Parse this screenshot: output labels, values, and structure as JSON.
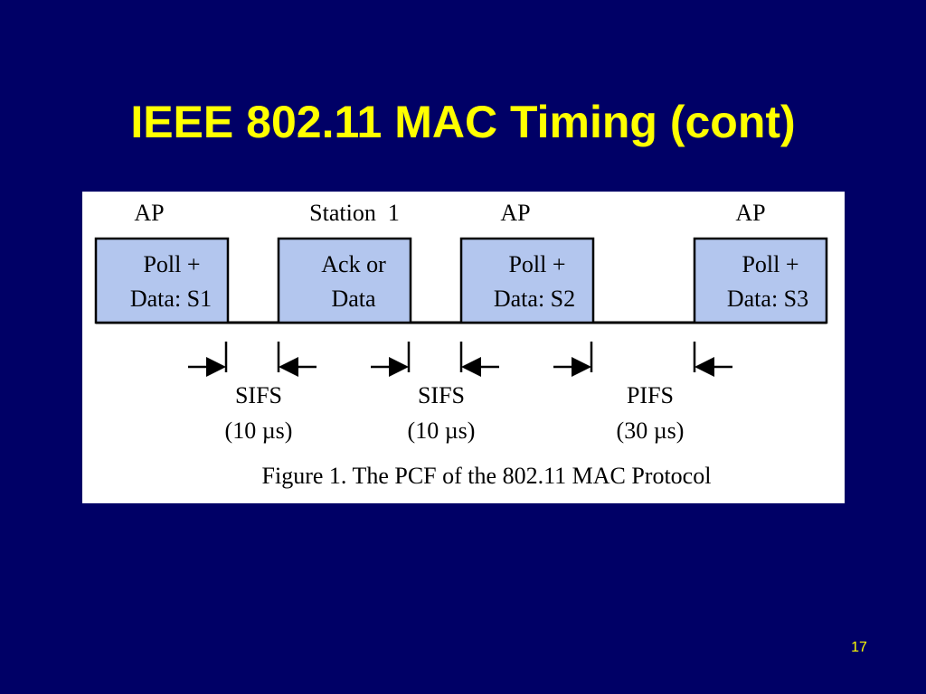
{
  "slide": {
    "title": "IEEE 802.11 MAC Timing (cont)",
    "page_number": "17"
  },
  "figure": {
    "caption": "Figure 1. The PCF of the 802.11 MAC Protocol",
    "frames": [
      {
        "owner": "AP",
        "line1": "Poll +",
        "line2": "Data: S1"
      },
      {
        "owner": "Station  1",
        "line1": "Ack or",
        "line2": "Data"
      },
      {
        "owner": "AP",
        "line1": "Poll +",
        "line2": "Data: S2"
      },
      {
        "owner": "AP",
        "line1": "Poll +",
        "line2": "Data: S3"
      }
    ],
    "gaps": [
      {
        "name": "SIFS",
        "duration": "(10 µs)"
      },
      {
        "name": "SIFS",
        "duration": "(10 µs)"
      },
      {
        "name": "PIFS",
        "duration": "(30 µs)"
      }
    ]
  },
  "colors": {
    "background": "#000066",
    "title": "#FFFF00",
    "frame_fill": "#B3C6EE",
    "figure_background": "#FFFFFF"
  }
}
